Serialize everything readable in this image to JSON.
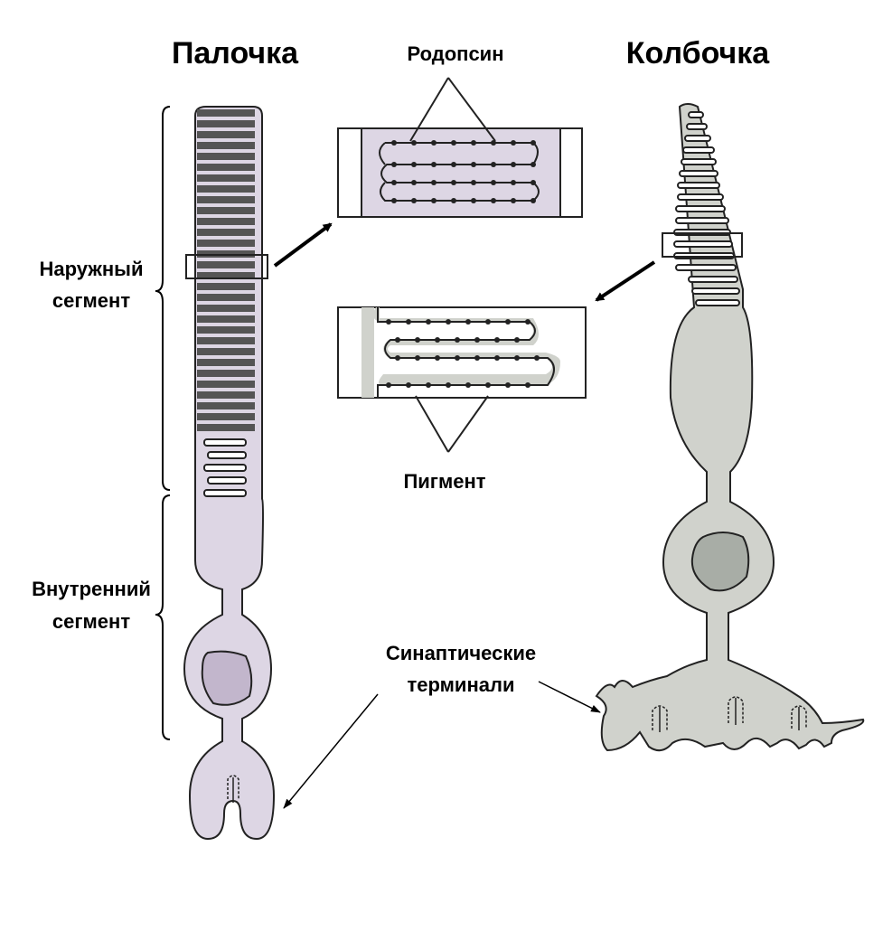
{
  "titles": {
    "rod": "Палочка",
    "cone": "Колбочка"
  },
  "labels": {
    "rhodopsin": "Родопсин",
    "pigment": "Пигмент",
    "outer_segment_line1": "Наружный",
    "outer_segment_line2": "сегмент",
    "inner_segment_line1": "Внутренний",
    "inner_segment_line2": "сегмент",
    "synaptic_line1": "Синаптические",
    "synaptic_line2": "терминали"
  },
  "colors": {
    "rod_fill": "#ddd6e4",
    "rod_nucleus": "#c2b6cc",
    "cone_fill": "#d0d2cc",
    "cone_nucleus": "#a8ada6",
    "disc_fill": "#555555",
    "outline": "#222222"
  }
}
